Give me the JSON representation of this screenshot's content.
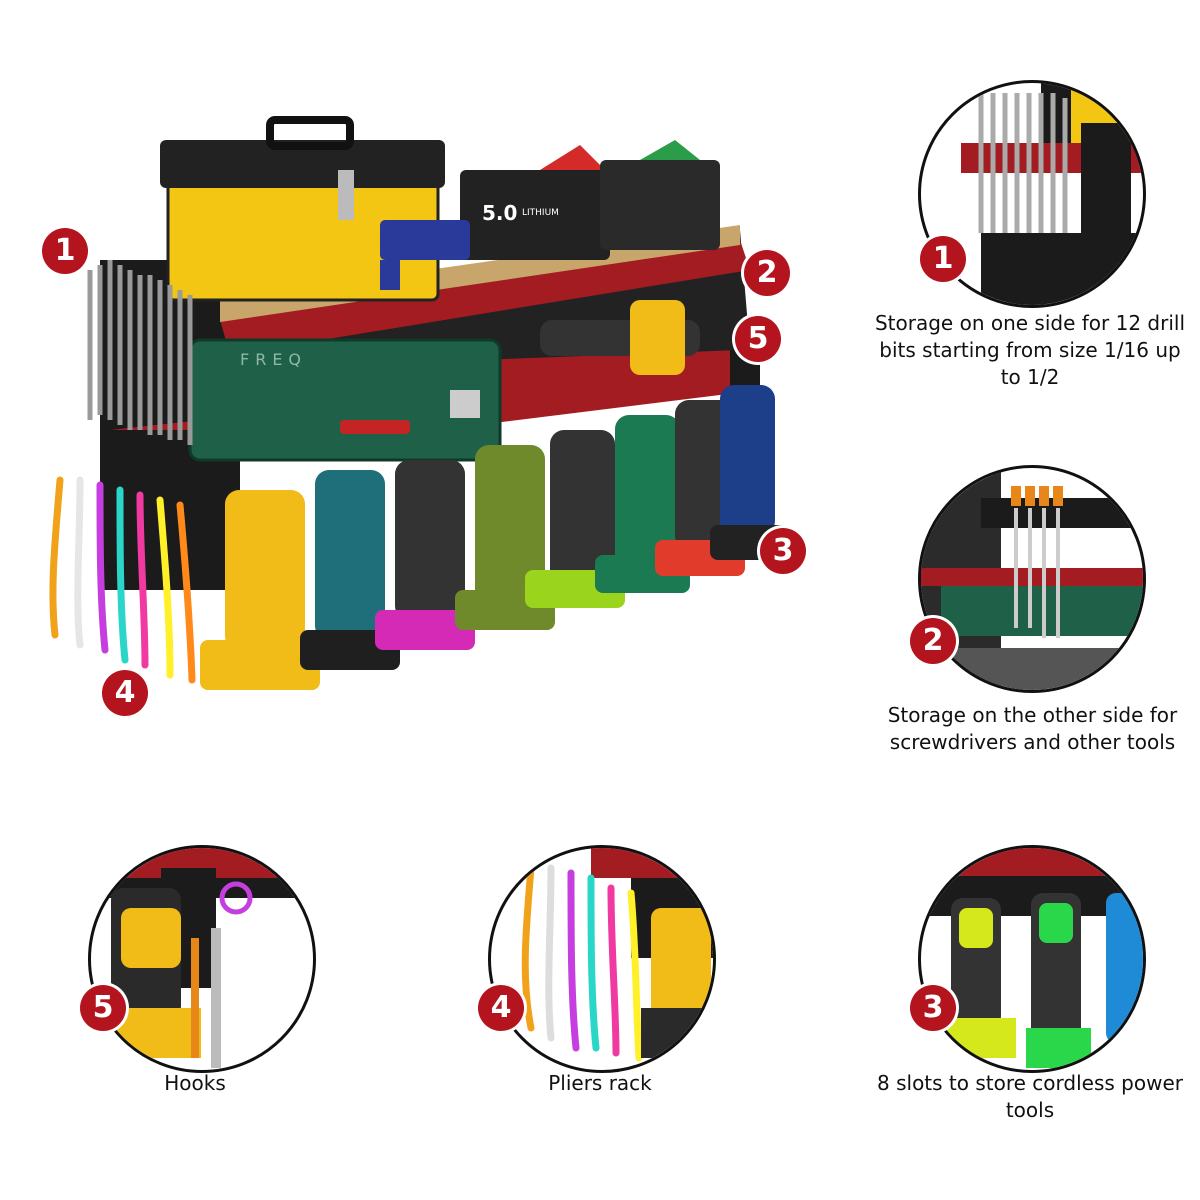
{
  "hero": {
    "battery_label_1": "5.0",
    "battery_label_2": "LITHIUM",
    "case_label": "FREQ",
    "callouts": [
      "1",
      "2",
      "3",
      "4",
      "5"
    ]
  },
  "features": [
    {
      "number": "1",
      "caption": "Storage on one side for 12 drill bits starting from size 1/16 up to 1/2"
    },
    {
      "number": "2",
      "caption": "Storage on the other side for screwdrivers and other tools"
    },
    {
      "number": "5",
      "caption": "Hooks"
    },
    {
      "number": "4",
      "caption": "Pliers rack"
    },
    {
      "number": "3",
      "caption": "8 slots to store cordless power tools"
    }
  ],
  "colors": {
    "accent_red": "#b3141e",
    "shelf_red": "#a31c22",
    "frame_black": "#1b1b1b",
    "toolbox_yellow": "#f3c614",
    "case_green": "#1e6148"
  },
  "drill_colors": [
    "#f1bb18",
    "#1f6f7a",
    "#d42ab5",
    "#6f8a2a",
    "#9bd41c",
    "#1c7a52",
    "#e13b2c",
    "#1d3f8a"
  ]
}
